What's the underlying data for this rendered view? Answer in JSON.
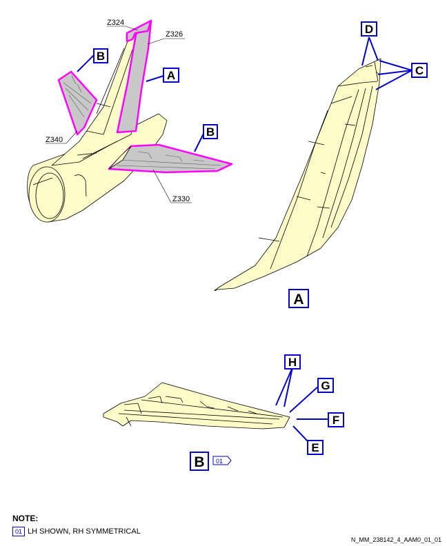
{
  "zones": {
    "z324": "Z324",
    "z326": "Z326",
    "z340": "Z340",
    "z330": "Z330"
  },
  "callouts": {
    "a": "A",
    "b": "B",
    "c": "C",
    "d": "D",
    "e": "E",
    "f": "F",
    "g": "G",
    "h": "H"
  },
  "note": {
    "title": "NOTE:",
    "tag": "01",
    "text": "LH SHOWN, RH SYMMETRICAL"
  },
  "document_ref": "N_MM_238142_4_AAM0_01_01",
  "colors": {
    "skin": "#fdfbc8",
    "highlight": "#ff00ff",
    "panel": "#c8c8c8",
    "callout": "#0000c8"
  }
}
